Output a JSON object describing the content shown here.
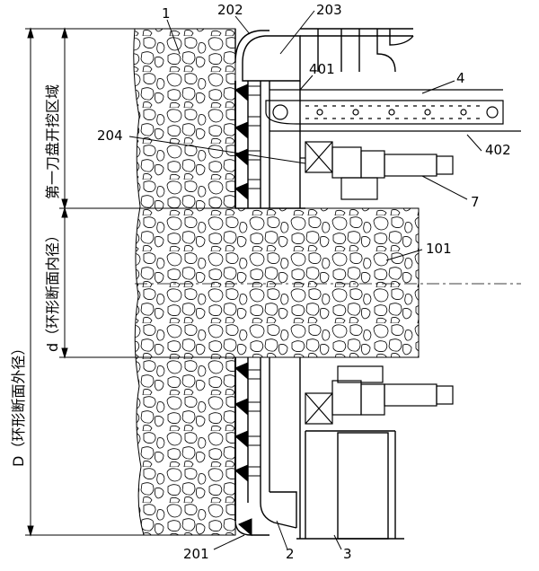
{
  "labels": {
    "l1": "1",
    "l2": "2",
    "l3": "3",
    "l4": "4",
    "l7": "7",
    "l101": "101",
    "l201": "201",
    "l202": "202",
    "l203": "203",
    "l204": "204",
    "l401": "401",
    "l402": "402"
  },
  "dimensions": {
    "outer": "D（环形断面外径）",
    "inner": "d（环形断面内径）",
    "region": "第一刀盘开挖区域"
  },
  "colors": {
    "line": "#000000",
    "background": "#ffffff"
  }
}
